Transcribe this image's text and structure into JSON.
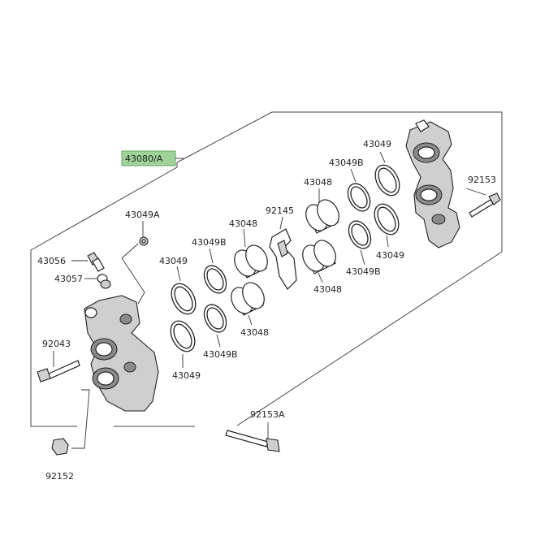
{
  "highlight_color": "#9fd39a",
  "highlighted_label": "43080/A",
  "labels": {
    "p43049_top": "43049",
    "p43049b_top": "43049B",
    "p92153": "92153",
    "p43048_top": "43048",
    "p92145": "92145",
    "p43049a": "43049A",
    "p43048_mid": "43048",
    "p43049b_mid": "43049B",
    "p43049_right": "43049",
    "p43049b_right": "43049B",
    "p43048_right": "43048",
    "p43056": "43056",
    "p43049_left": "43049",
    "p43057": "43057",
    "p43048_low": "43048",
    "p43049b_low": "43049B",
    "p92043": "92043",
    "p43049_low": "43049",
    "p92153a": "92153A",
    "p92152": "92152"
  }
}
